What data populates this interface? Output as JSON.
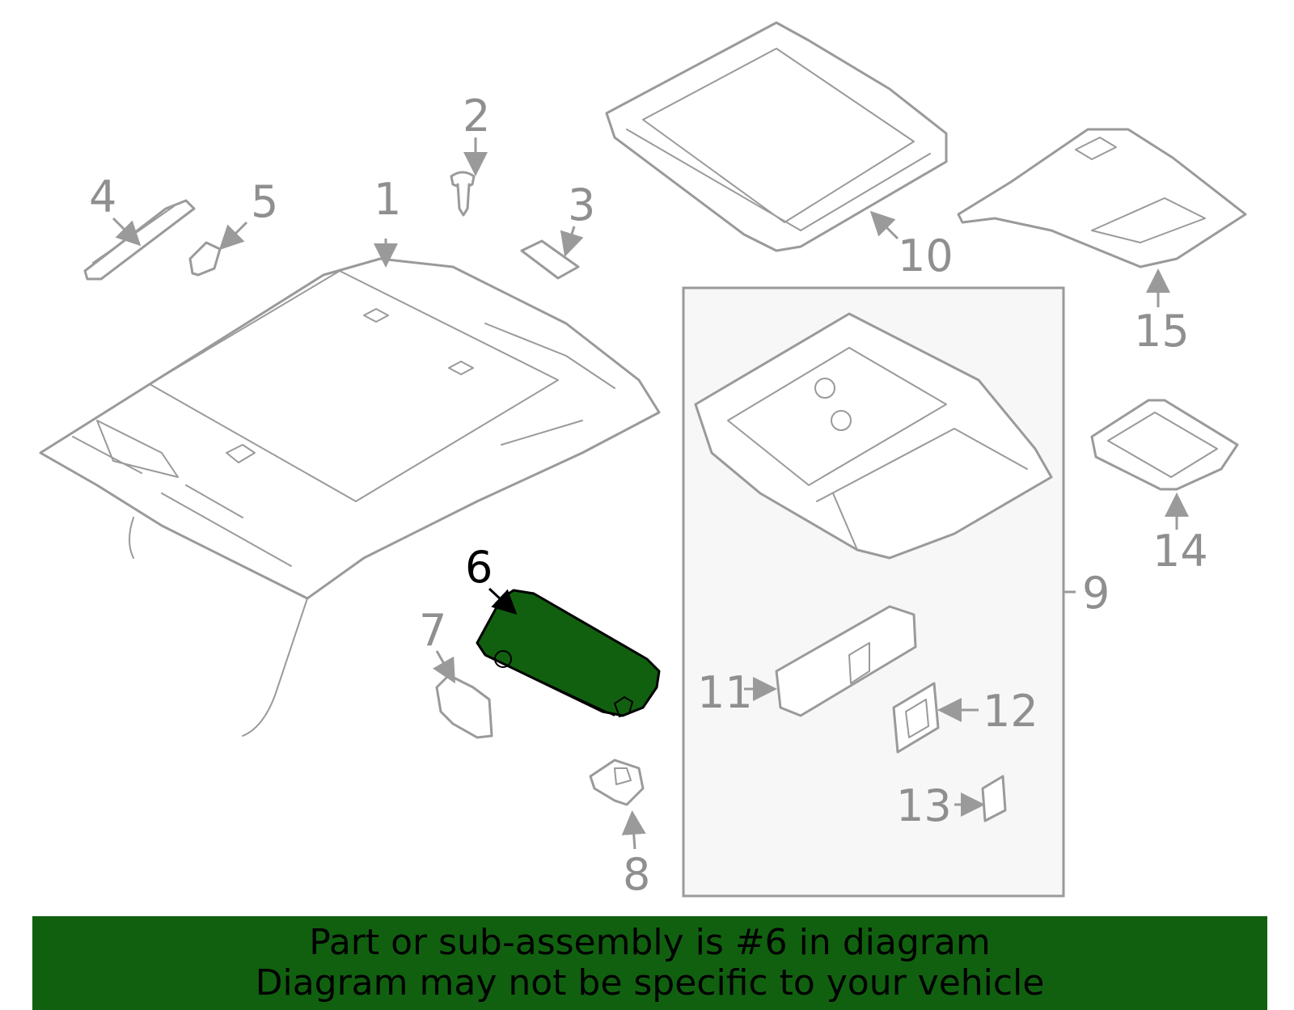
{
  "diagram": {
    "callouts": [
      "1",
      "2",
      "3",
      "4",
      "5",
      "6",
      "7",
      "8",
      "9",
      "10",
      "11",
      "12",
      "13",
      "14",
      "15"
    ],
    "highlighted_part": "6",
    "highlight_color": "#116010",
    "line_color": "#9a9a9a"
  },
  "banner": {
    "line1": "Part or sub-assembly is #6 in diagram",
    "line2": "Diagram may not be specific to your vehicle",
    "background": "#116010"
  }
}
